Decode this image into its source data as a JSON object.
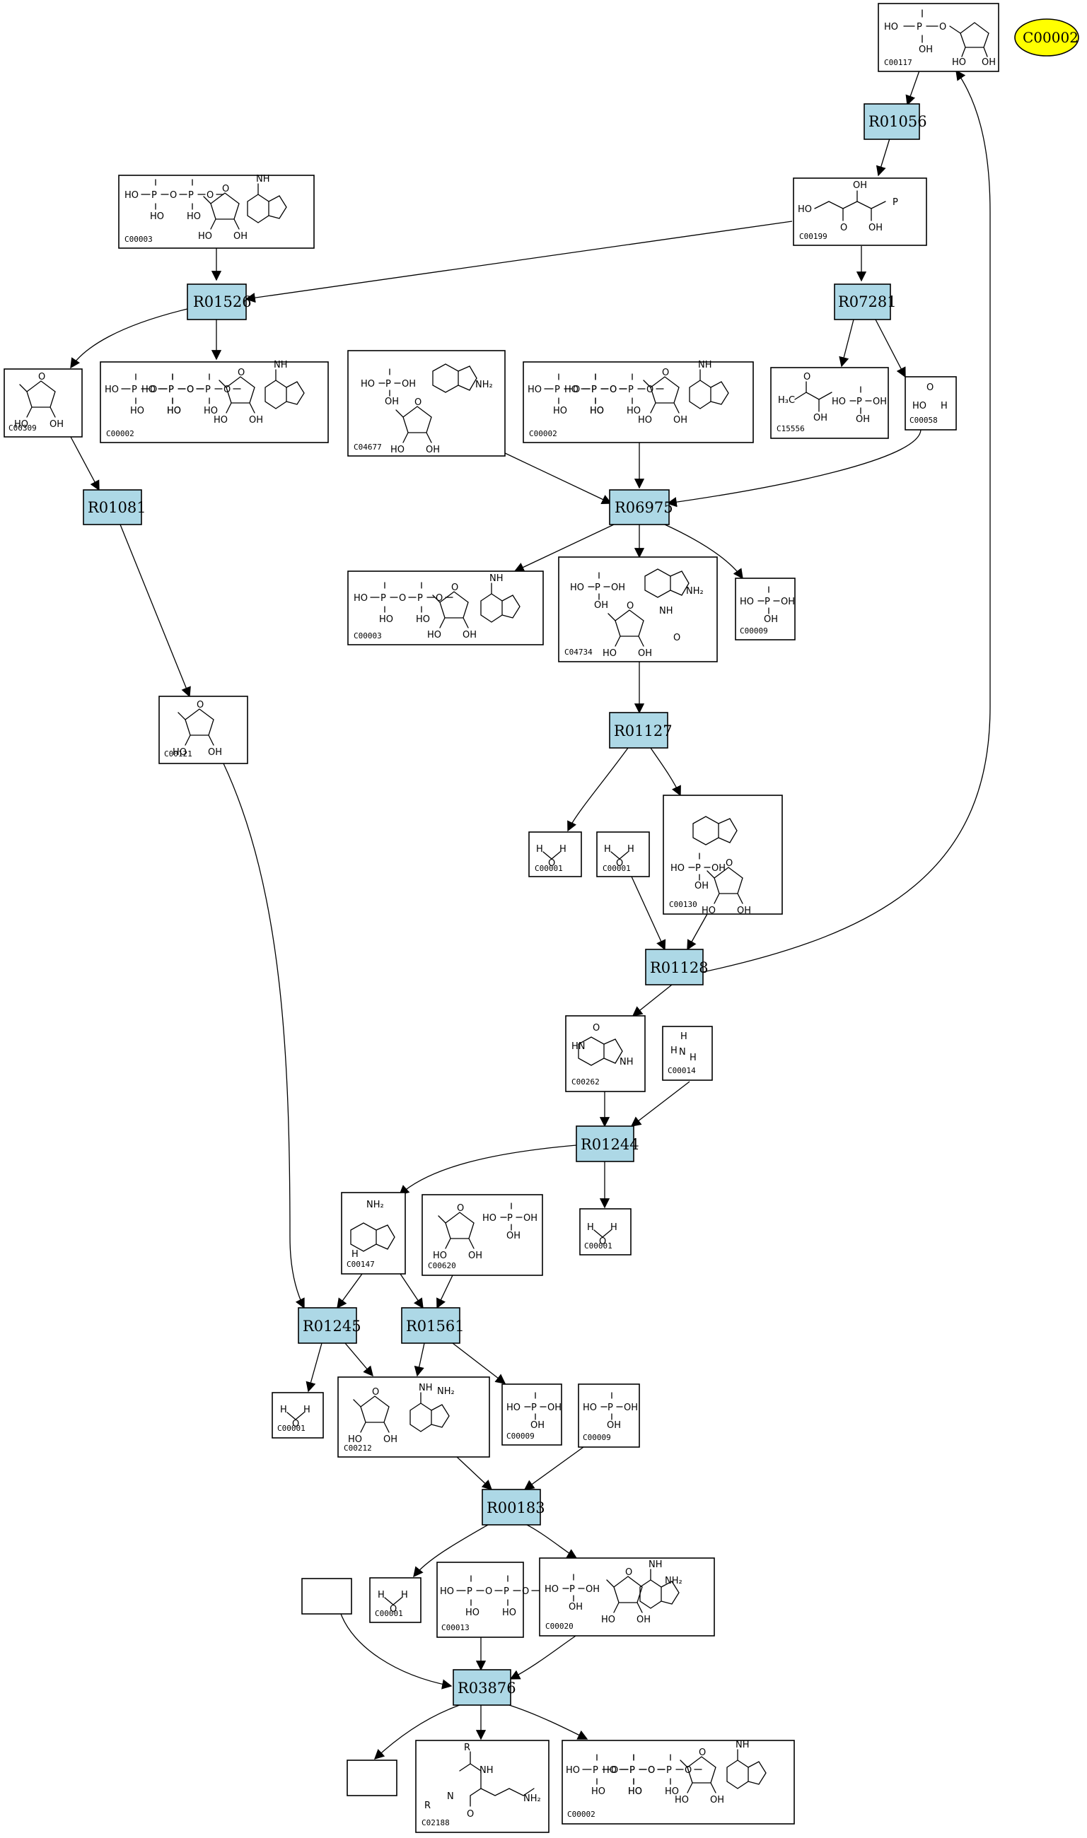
{
  "highlight": {
    "label": "C00002",
    "color": "#ffff00"
  },
  "colors": {
    "reaction_fill": "#add8e6",
    "compound_fill": "#ffffff",
    "highlight_fill": "#ffff00"
  },
  "reactions": [
    {
      "id": "R01056"
    },
    {
      "id": "R01526"
    },
    {
      "id": "R07281"
    },
    {
      "id": "R01081"
    },
    {
      "id": "R06975"
    },
    {
      "id": "R01127"
    },
    {
      "id": "R01128"
    },
    {
      "id": "R01244"
    },
    {
      "id": "R01245"
    },
    {
      "id": "R01561"
    },
    {
      "id": "R00183"
    },
    {
      "id": "R03876"
    }
  ],
  "compounds": [
    {
      "id": "C00117"
    },
    {
      "id": "C00003"
    },
    {
      "id": "C00199"
    },
    {
      "id": "C00309"
    },
    {
      "id": "C00002"
    },
    {
      "id": "C04677"
    },
    {
      "id": "C00002"
    },
    {
      "id": "C15556"
    },
    {
      "id": "C00058"
    },
    {
      "id": "C00003"
    },
    {
      "id": "C04734"
    },
    {
      "id": "C00009"
    },
    {
      "id": "C00121"
    },
    {
      "id": "C00001"
    },
    {
      "id": "C00001"
    },
    {
      "id": "C00130"
    },
    {
      "id": "C00262"
    },
    {
      "id": "C00014"
    },
    {
      "id": "C00147"
    },
    {
      "id": "C00620"
    },
    {
      "id": "C00001"
    },
    {
      "id": "C00001"
    },
    {
      "id": "C00212"
    },
    {
      "id": "C00009"
    },
    {
      "id": "C00009"
    },
    {
      "id": "C00001"
    },
    {
      "id": "C00013"
    },
    {
      "id": "C00020"
    },
    {
      "id": ""
    },
    {
      "id": ""
    },
    {
      "id": "C02188"
    },
    {
      "id": "C00002"
    }
  ],
  "edges": [
    {
      "from": "C00117",
      "to": "R01056"
    },
    {
      "from": "R01056",
      "to": "C00199"
    },
    {
      "from": "C00003",
      "to": "R01526"
    },
    {
      "from": "C00199",
      "to": "R01526"
    },
    {
      "from": "C00199",
      "to": "R07281"
    },
    {
      "from": "R01526",
      "to": "C00309"
    },
    {
      "from": "R01526",
      "to": "C00002"
    },
    {
      "from": "R07281",
      "to": "C15556"
    },
    {
      "from": "R07281",
      "to": "C00058"
    },
    {
      "from": "C00309",
      "to": "R01081"
    },
    {
      "from": "C04677",
      "to": "R06975"
    },
    {
      "from": "C00002",
      "to": "R06975"
    },
    {
      "from": "C00058",
      "to": "R06975"
    },
    {
      "from": "R06975",
      "to": "C00003"
    },
    {
      "from": "R06975",
      "to": "C04734"
    },
    {
      "from": "R06975",
      "to": "C00009"
    },
    {
      "from": "R01081",
      "to": "C00121"
    },
    {
      "from": "C04734",
      "to": "R01127"
    },
    {
      "from": "R01127",
      "to": "C00001"
    },
    {
      "from": "R01127",
      "to": "C00130"
    },
    {
      "from": "C00001",
      "to": "R01128"
    },
    {
      "from": "C00130",
      "to": "R01128"
    },
    {
      "from": "R01128",
      "to": "C00117"
    },
    {
      "from": "R01128",
      "to": "C00262"
    },
    {
      "from": "C00262",
      "to": "R01244"
    },
    {
      "from": "C00014",
      "to": "R01244"
    },
    {
      "from": "R01244",
      "to": "C00147"
    },
    {
      "from": "R01244",
      "to": "C00001"
    },
    {
      "from": "C00121",
      "to": "R01245"
    },
    {
      "from": "C00147",
      "to": "R01245"
    },
    {
      "from": "C00147",
      "to": "R01561"
    },
    {
      "from": "C00620",
      "to": "R01561"
    },
    {
      "from": "R01245",
      "to": "C00001"
    },
    {
      "from": "R01245",
      "to": "C00212"
    },
    {
      "from": "R01561",
      "to": "C00212"
    },
    {
      "from": "R01561",
      "to": "C00009"
    },
    {
      "from": "C00212",
      "to": "R00183"
    },
    {
      "from": "C00009",
      "to": "R00183"
    },
    {
      "from": "R00183",
      "to": "C00001"
    },
    {
      "from": "R00183",
      "to": "C00020"
    },
    {
      "from": "C00013",
      "to": "R03876"
    },
    {
      "from": "C00020",
      "to": "R03876"
    },
    {
      "from": "R03876",
      "to": "C02188"
    },
    {
      "from": "R03876",
      "to": "C00002"
    }
  ]
}
